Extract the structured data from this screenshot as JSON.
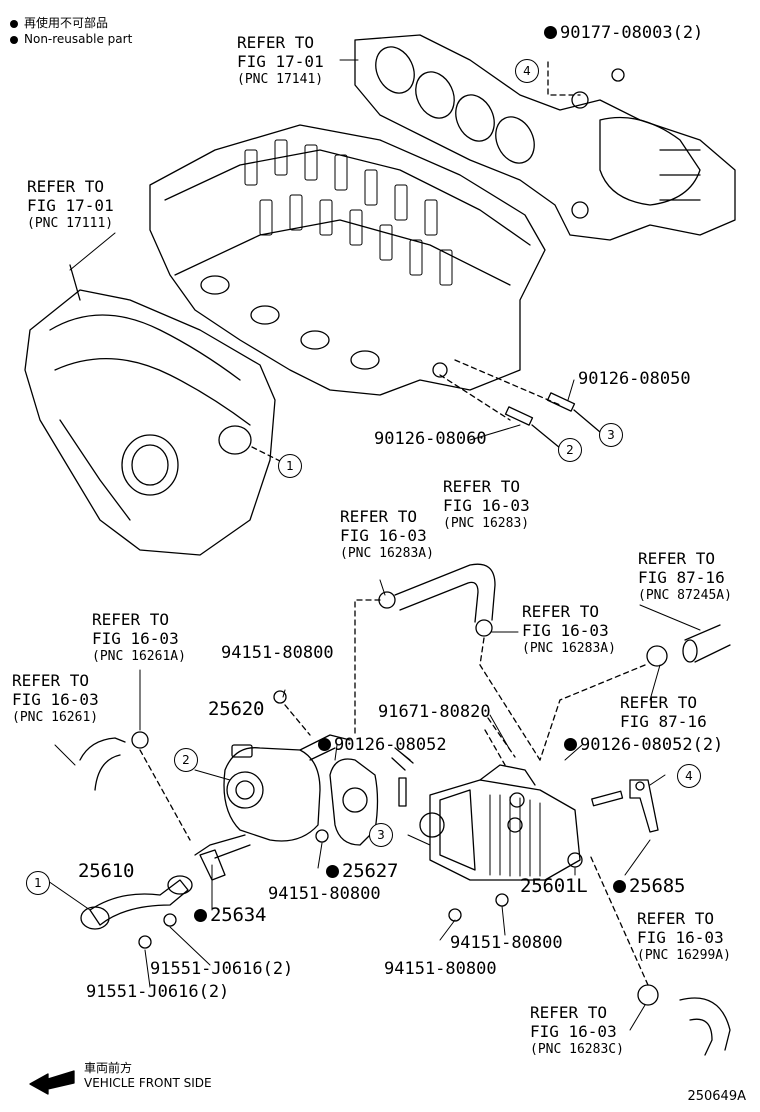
{
  "legend": {
    "cn": "再使用不可部品",
    "en": "Non-reusable part"
  },
  "refs": [
    {
      "id": "r1",
      "line1": "REFER TO",
      "line2": "FIG 17-01",
      "line3": "(PNC 17141)"
    },
    {
      "id": "r2",
      "line1": "REFER TO",
      "line2": "FIG 17-01",
      "line3": "(PNC 17111)"
    },
    {
      "id": "r3",
      "line1": "REFER TO",
      "line2": "FIG 16-03",
      "line3": "(PNC 16283)"
    },
    {
      "id": "r4",
      "line1": "REFER TO",
      "line2": "FIG 16-03",
      "line3": "(PNC 16283A)"
    },
    {
      "id": "r5",
      "line1": "REFER TO",
      "line2": "FIG 87-16",
      "line3": "(PNC 87245A)"
    },
    {
      "id": "r6",
      "line1": "REFER TO",
      "line2": "FIG 16-03",
      "line3": "(PNC 16283A)"
    },
    {
      "id": "r7",
      "line1": "REFER TO",
      "line2": "FIG 16-03",
      "line3": "(PNC 16261A)"
    },
    {
      "id": "r8",
      "line1": "REFER TO",
      "line2": "FIG 16-03",
      "line3": "(PNC 16261)"
    },
    {
      "id": "r9",
      "line1": "REFER TO",
      "line2": "FIG 87-16",
      "line3": ""
    },
    {
      "id": "r10",
      "line1": "REFER TO",
      "line2": "FIG 16-03",
      "line3": "(PNC 16299A)"
    },
    {
      "id": "r11",
      "line1": "REFER TO",
      "line2": "FIG 16-03",
      "line3": "(PNC 16283C)"
    }
  ],
  "parts": {
    "p90177": "90177-08003(2)",
    "p90126_050": "90126-08050",
    "p90126_060": "90126-08060",
    "p94151_a": "94151-80800",
    "p25620": "25620",
    "p91671": "91671-80820",
    "p90126_052": "90126-08052",
    "p90126_052_2": "90126-08052(2)",
    "p25627": "25627",
    "p94151_b": "94151-80800",
    "p25610": "25610",
    "p25634": "25634",
    "p25601L": "25601L",
    "p25685": "25685",
    "p94151_c": "94151-80800",
    "p94151_d": "94151-80800",
    "p91551_a": "91551-J0616(2)",
    "p91551_b": "91551-J0616(2)"
  },
  "callouts": {
    "c1a": "1",
    "c2a": "2",
    "c3a": "3",
    "c4a": "4",
    "c1b": "1",
    "c2b": "2",
    "c3b": "3",
    "c4b": "4"
  },
  "front": {
    "cn": "車両前方",
    "en": "VEHICLE FRONT SIDE"
  },
  "figure_id": "250649A"
}
